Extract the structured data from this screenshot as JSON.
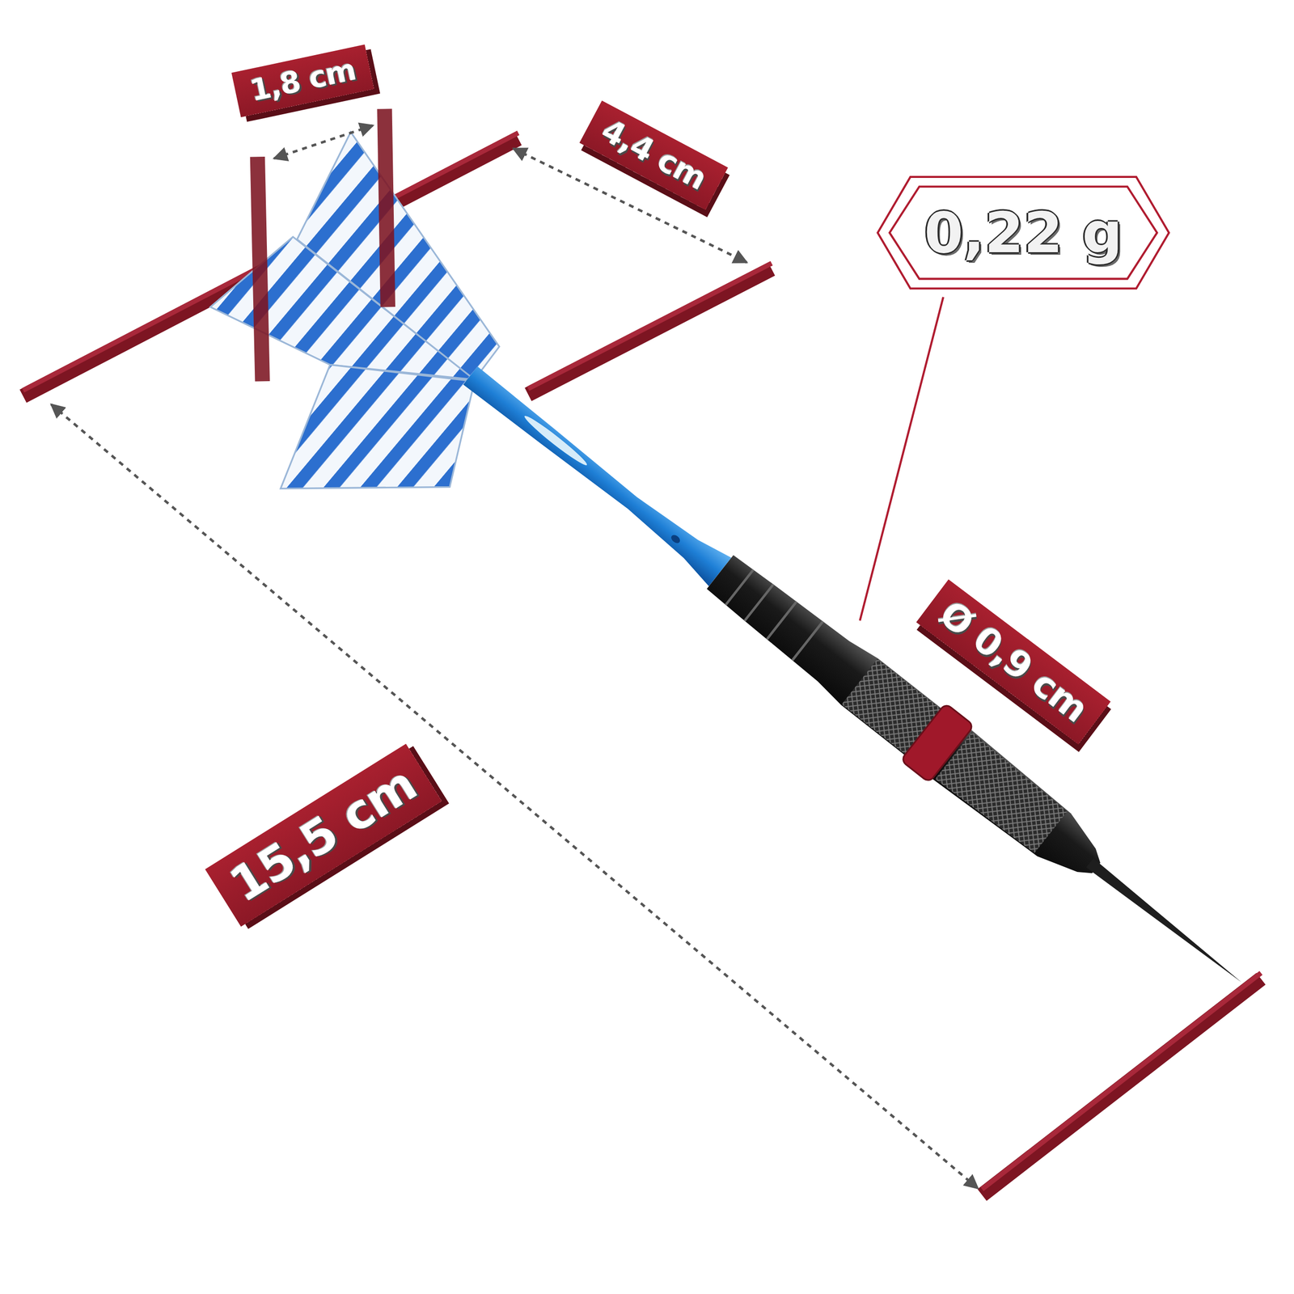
{
  "diagram": {
    "labels": [
      "1,8 cm",
      "4,4 cm",
      "0,22 g",
      "Ø 0,9 cm",
      "15,5 cm"
    ]
  }
}
